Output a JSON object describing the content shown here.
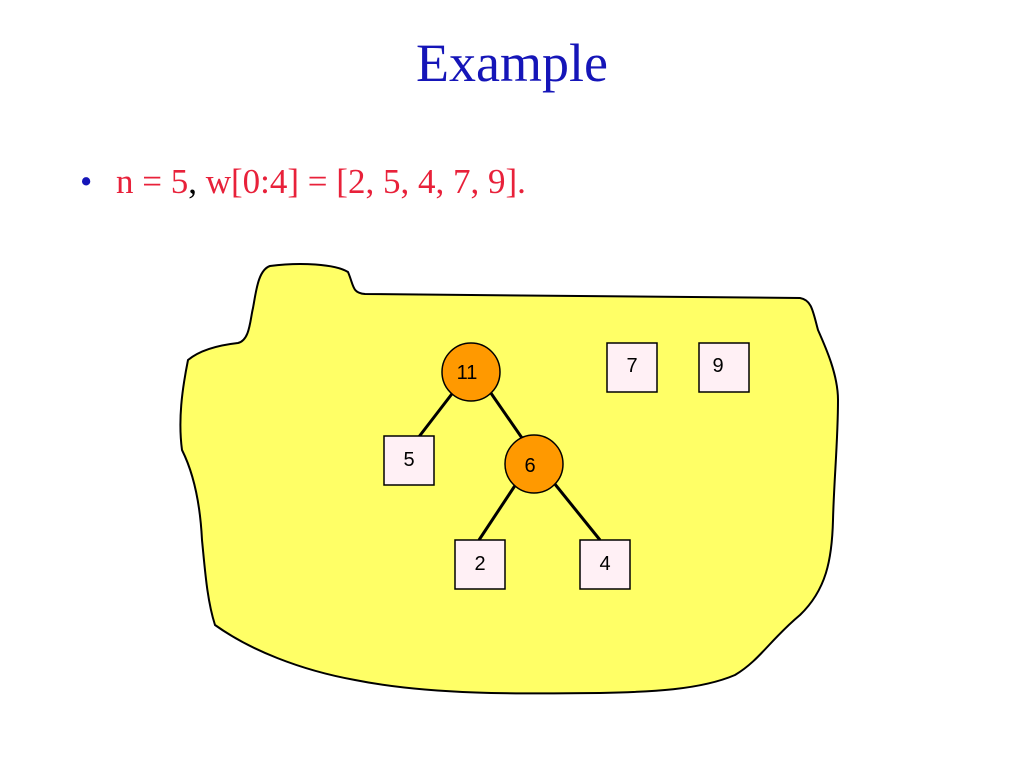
{
  "slide": {
    "title": "Example",
    "bullet": {
      "part1": "n = 5",
      "separator": ",",
      "part2": " w[0:4] = [2, 5, 4, 7, 9]."
    }
  },
  "diagram": {
    "region_color": "#ffff66",
    "internal_node_color": "#ff9900",
    "leaf_node_color": "#fff0f5",
    "nodes": {
      "root": "11",
      "inner": "6",
      "leaf_left": "5",
      "leaf_2": "2",
      "leaf_4": "4",
      "single_7": "7",
      "single_9": "9"
    },
    "edges": [
      [
        "11",
        "5"
      ],
      [
        "11",
        "6"
      ],
      [
        "6",
        "2"
      ],
      [
        "6",
        "4"
      ]
    ]
  }
}
